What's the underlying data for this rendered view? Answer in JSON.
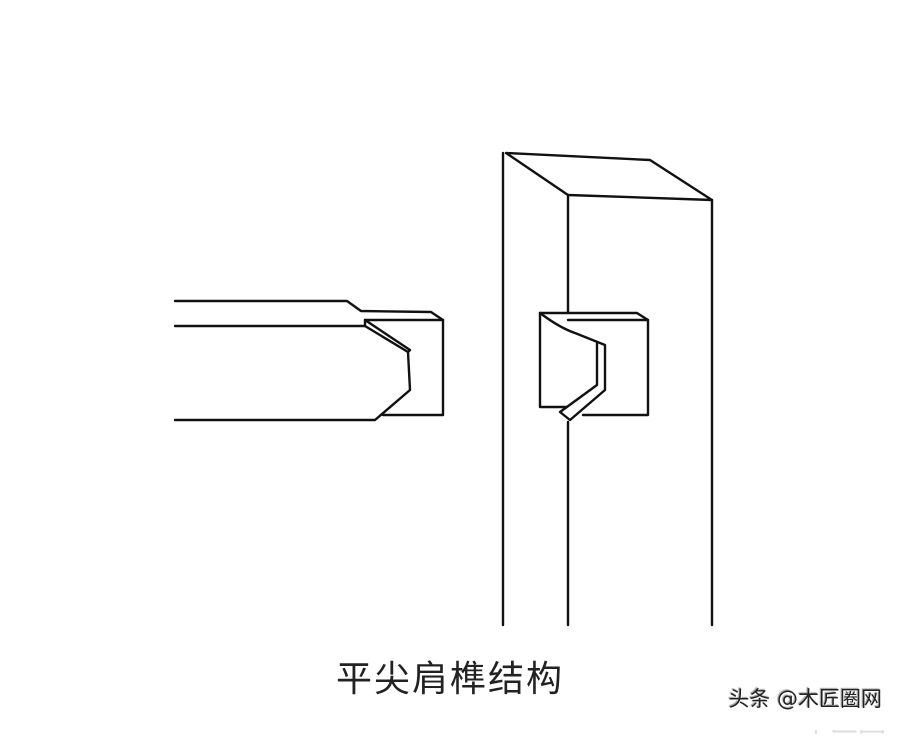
{
  "caption": "平尖肩榫结构",
  "watermark": "头条 @木匠圈网",
  "watermark_bg": "木匠圈"
}
